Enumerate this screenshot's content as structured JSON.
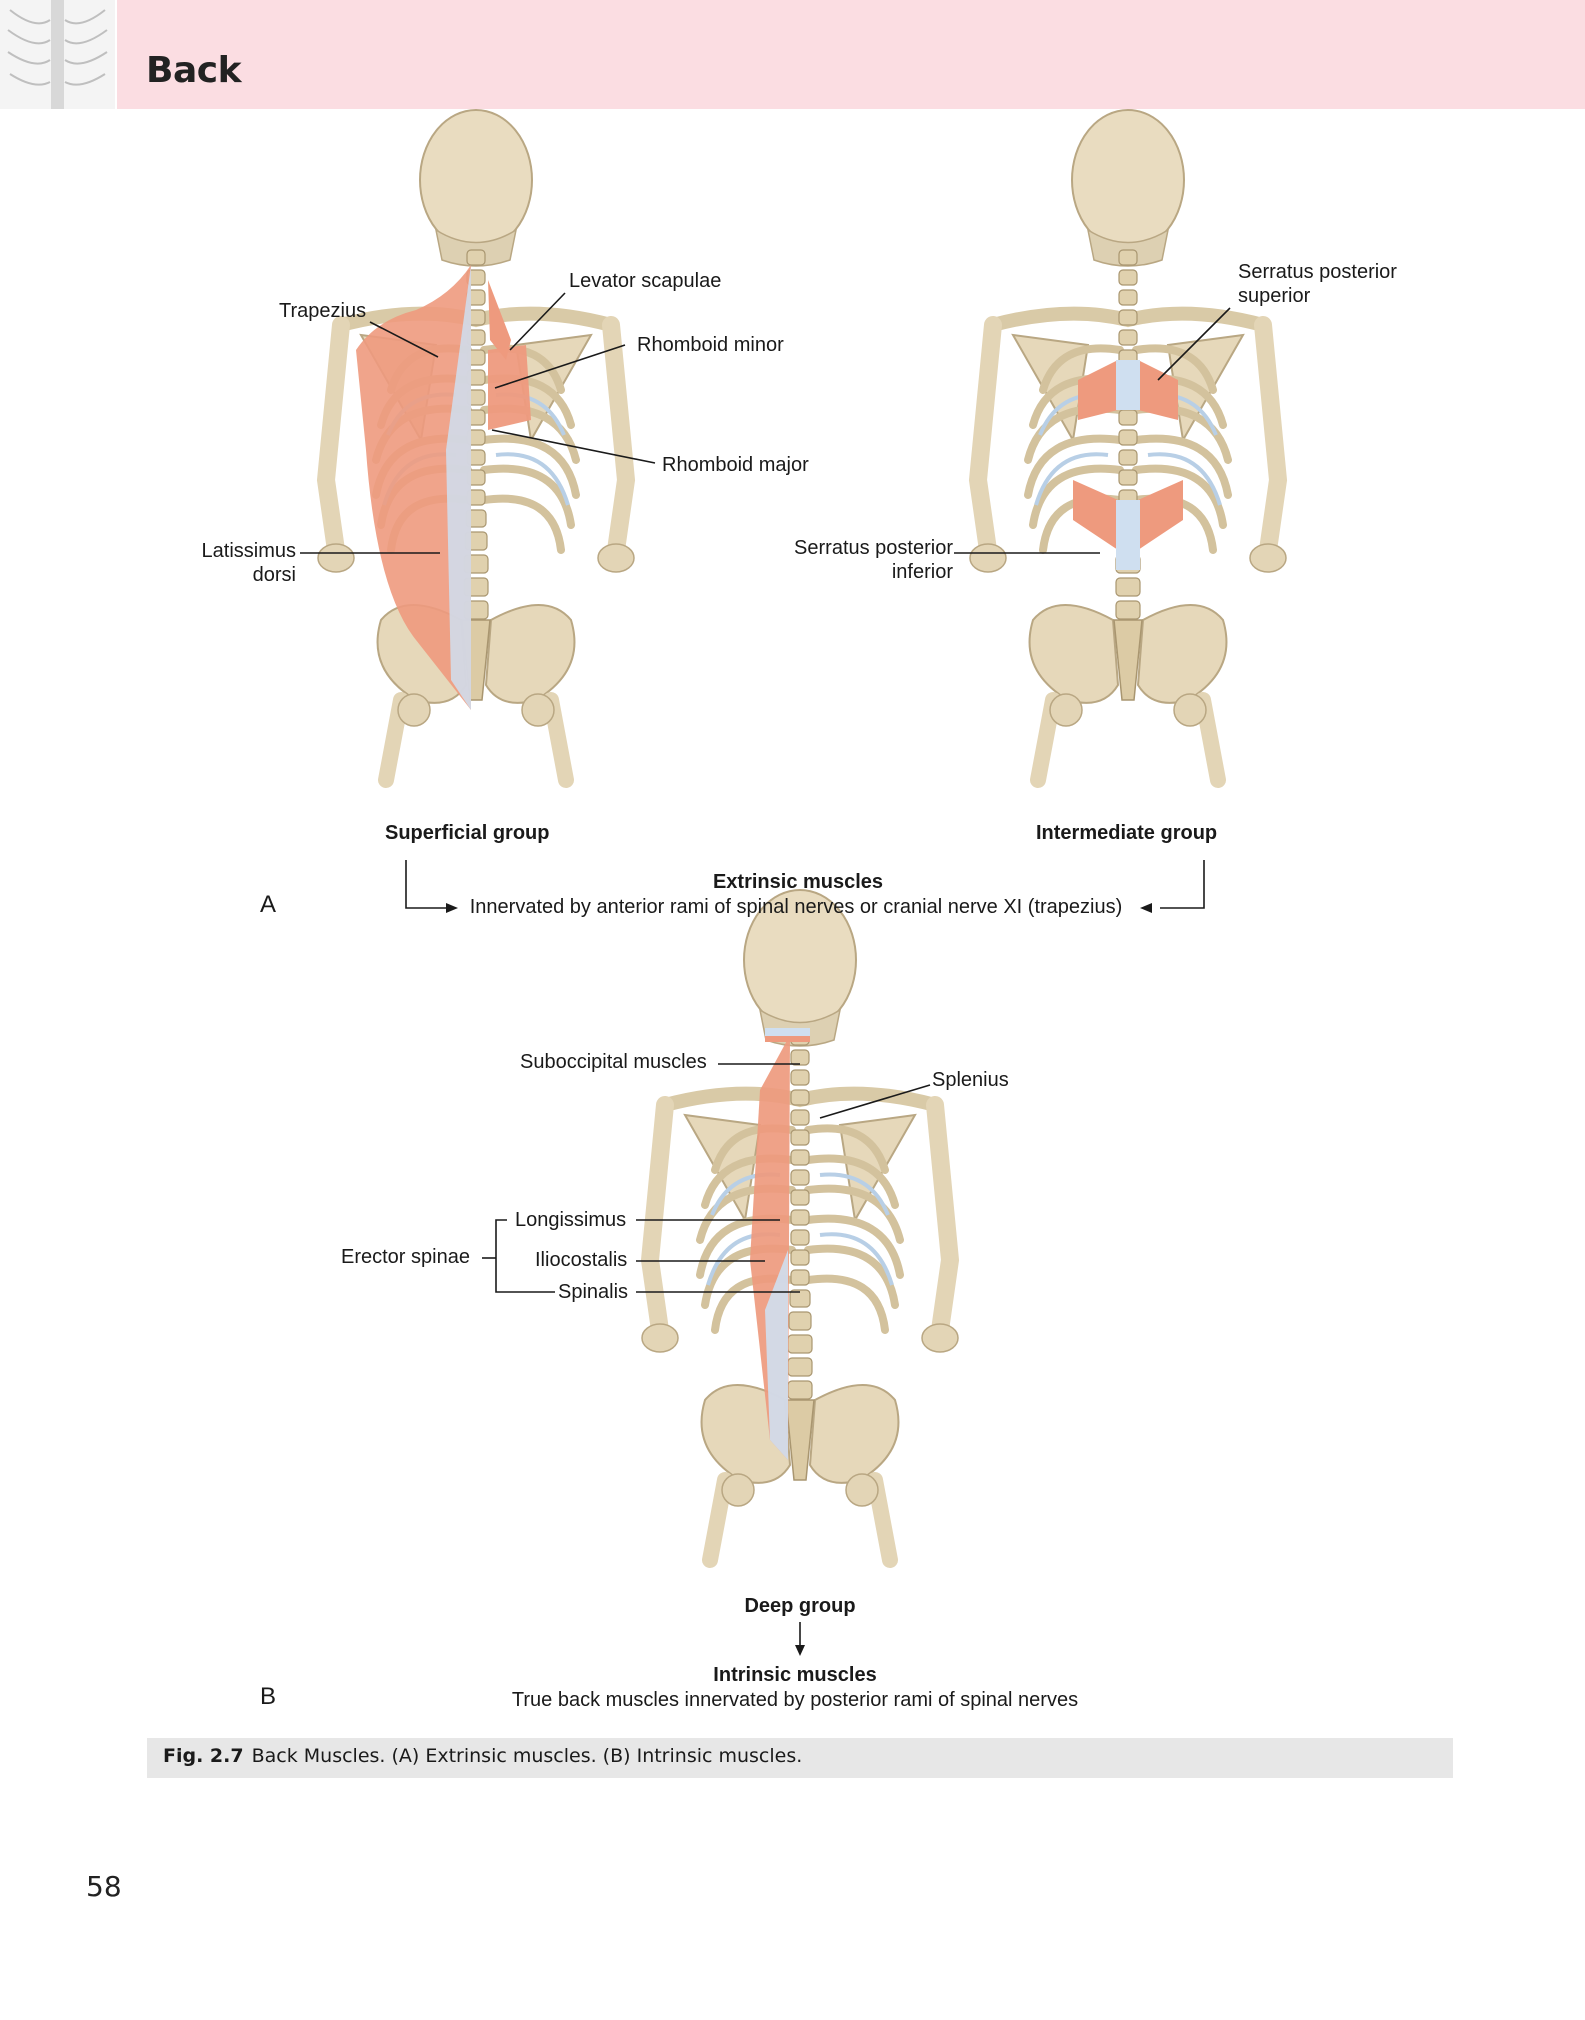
{
  "header": {
    "title": "Back"
  },
  "panels": {
    "a": "A",
    "b": "B"
  },
  "labels": {
    "trapezius": "Trapezius",
    "levator_scapulae": "Levator scapulae",
    "rhomboid_minor": "Rhomboid minor",
    "rhomboid_major": "Rhomboid major",
    "latissimus_1": "Latissimus",
    "latissimus_2": "dorsi",
    "serratus_sup_1": "Serratus posterior",
    "serratus_sup_2": "superior",
    "serratus_inf_1": "Serratus posterior",
    "serratus_inf_2": "inferior",
    "suboccipital": "Suboccipital muscles",
    "splenius": "Splenius",
    "erector_spinae": "Erector spinae",
    "longissimus": "Longissimus",
    "iliocostalis": "Iliocostalis",
    "spinalis": "Spinalis"
  },
  "groups": {
    "superficial": "Superficial group",
    "intermediate": "Intermediate group",
    "deep": "Deep group"
  },
  "extrinsic": {
    "title": "Extrinsic muscles",
    "desc": "Innervated by anterior rami of spinal nerves or cranial nerve XI (trapezius)"
  },
  "intrinsic": {
    "title": "Intrinsic muscles",
    "desc": "True back muscles innervated by posterior rami of spinal nerves"
  },
  "caption": {
    "fig": "Fig. 2.7",
    "text": "Back Muscles. (A) Extrinsic muscles. (B) Intrinsic muscles."
  },
  "page_number": "58",
  "colors": {
    "header_band": "#fbdde2",
    "bone": "#e9dcc0",
    "muscle": "#ee9a7e",
    "cartilage": "#b8cfe6"
  }
}
